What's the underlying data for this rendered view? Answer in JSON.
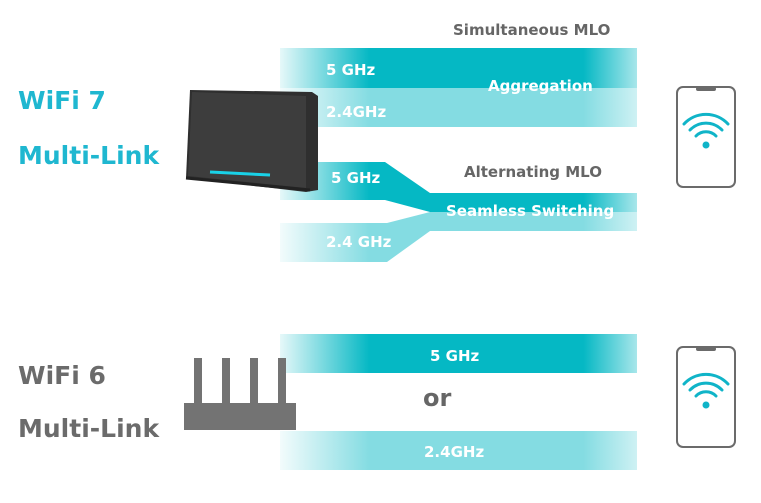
{
  "colors": {
    "dark_teal": "#05b8c4",
    "light_teal": "#84dce2",
    "wifi7": "#1fb7d0",
    "wifi6": "#6b6b6b"
  },
  "wifi7": {
    "line1": "WiFi 7",
    "line2": "Multi-Link",
    "simultaneous": {
      "title": "Simultaneous MLO",
      "band1": "5 GHz",
      "band2": "2.4GHz",
      "center": "Aggregation"
    },
    "alternating": {
      "title": "Alternating MLO",
      "band1": "5 GHz",
      "band2": "2.4 GHz",
      "center": "Seamless Switching"
    }
  },
  "wifi6": {
    "line1": "WiFi 6",
    "line2": "Multi-Link",
    "band1": "5 GHz",
    "or": "or",
    "band2": "2.4GHz"
  },
  "icons": [
    "wifi7-router-icon",
    "wifi6-router-icon",
    "phone-wifi-icon"
  ]
}
